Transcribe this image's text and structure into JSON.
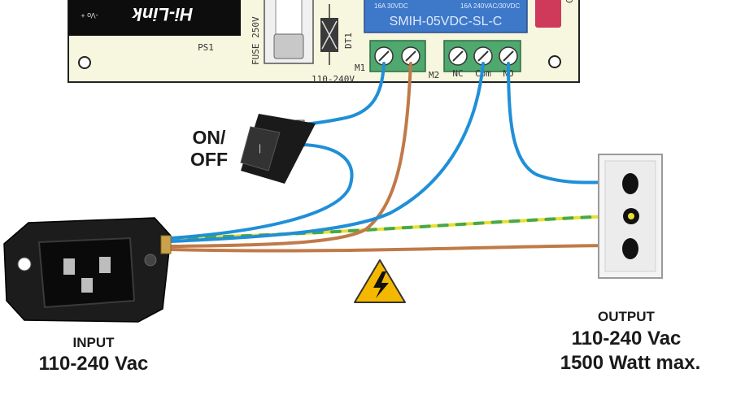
{
  "board": {
    "module_brand": "Hi-Link",
    "module_pin_label": "-Vo +",
    "module_ref": "PS1",
    "fuse_label": "FUSE 250V",
    "diode_ref": "DT1",
    "relay_top_left": "16A 30VDC",
    "relay_top_right": "16A 240VAC/30VDC",
    "relay_model": "SMIH-05VDC-SL-C",
    "m1_ref": "M1",
    "m1_voltage": "110-240V",
    "m2_ref": "M2",
    "m2_pins": [
      "NC",
      "Com",
      "NO"
    ],
    "cap_ref": "C"
  },
  "switch": {
    "label_line1": "ON/",
    "label_line2": "OFF"
  },
  "input": {
    "title": "INPUT",
    "value": "110-240 Vac"
  },
  "output": {
    "title": "OUTPUT",
    "value": "110-240 Vac",
    "power": "1500 Watt max."
  },
  "colors": {
    "pcb": "#f6f7de",
    "terminal": "#4fa86e",
    "relay": "#3e79c9",
    "wire_blue": "#1f8fd8",
    "wire_brown": "#c07a48",
    "wire_earth_yellow": "#e8e030",
    "wire_earth_green": "#4aa84a",
    "warning": "#f5b800"
  }
}
